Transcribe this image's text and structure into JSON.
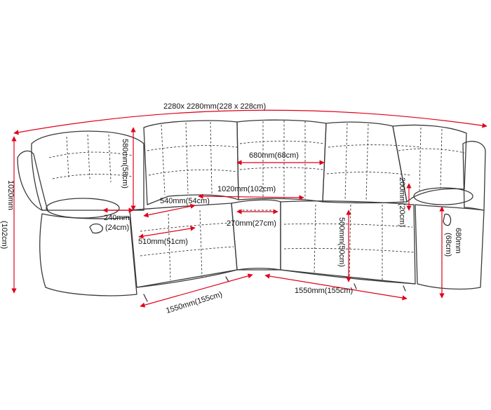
{
  "colors": {
    "dimension_line": "#e0001b",
    "outline": "#3a3a3a",
    "text": "#111111"
  },
  "dimensions": {
    "overall_width": "2280x 2280mm(228 x 228cm)",
    "overall_height_mm": "1020mm",
    "overall_height_cm": "(102cm)",
    "back_height": "580mm(58cm)",
    "corner_back_width": "680mm(68cm)",
    "corner_seat_width": "1020mm(102cm)",
    "seat_depth": "540mm(54cm)",
    "arm_width_mm": "240mm",
    "arm_width_cm": "(24cm)",
    "seat_width": "510mm(51cm)",
    "corner_nose_width": "270mm(27cm)",
    "arm_height": "200mm(20cm)",
    "arm_floor_height_mm": "680mm",
    "arm_floor_height_cm": "(68cm)",
    "seat_height": "500mm(50cm)",
    "left_side_length": "1550mm(155cm)",
    "right_side_length": "1550mm(155cm)"
  }
}
